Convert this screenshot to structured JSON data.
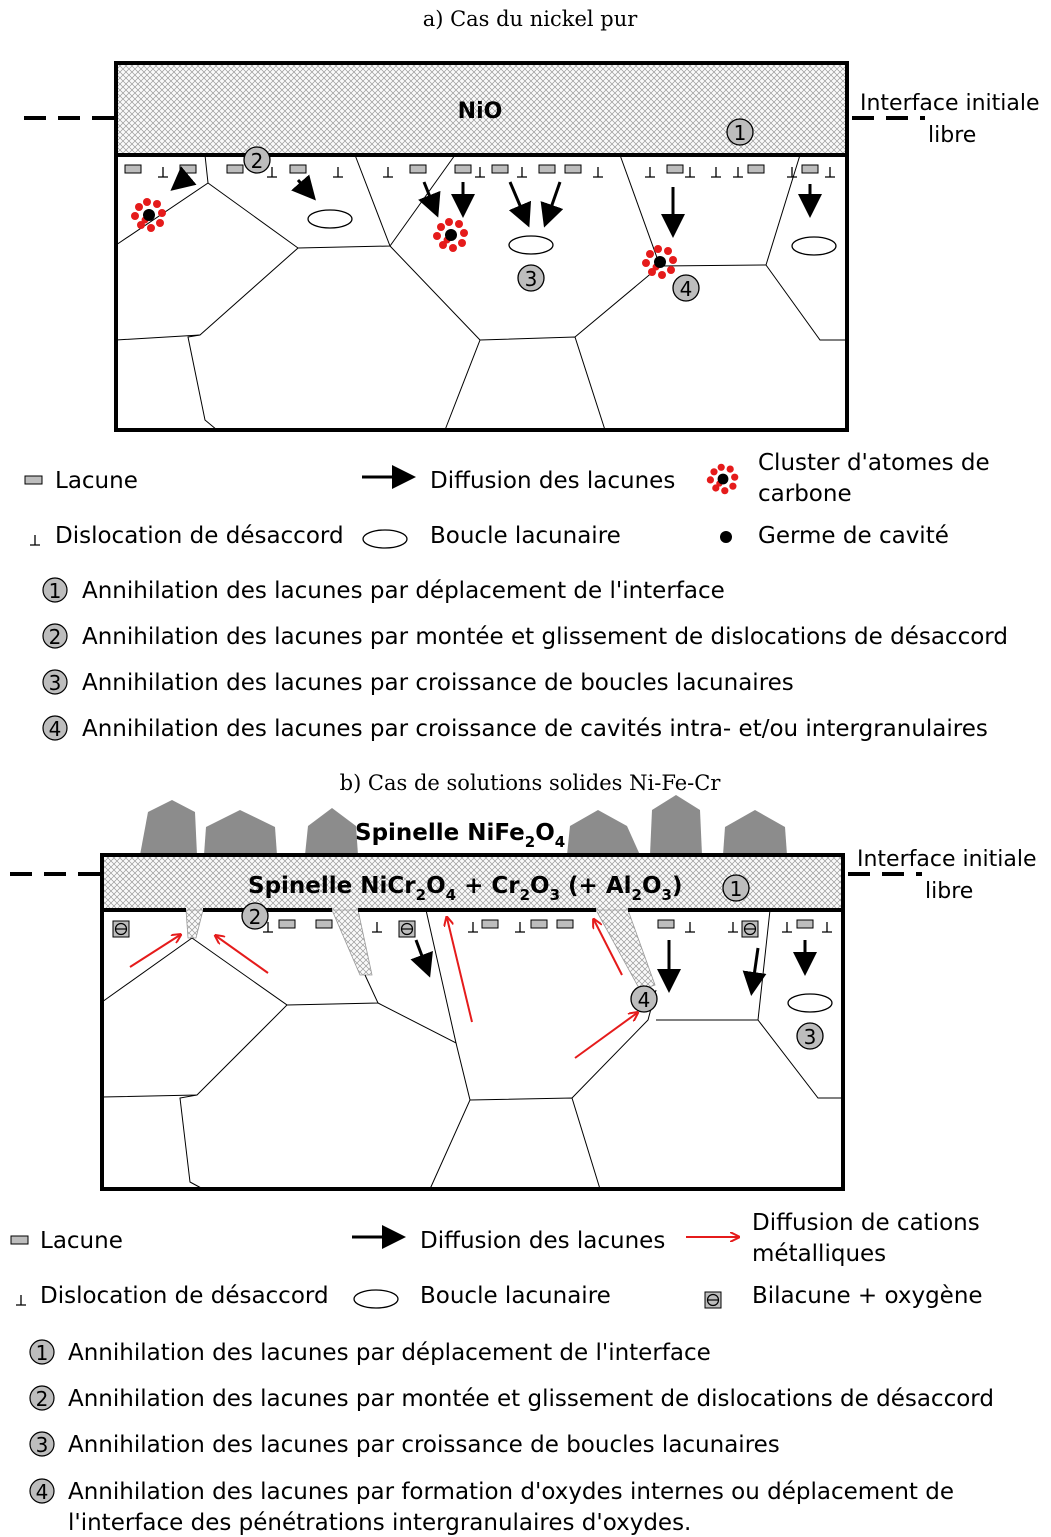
{
  "part_a": {
    "title": "a) Cas du nickel pur",
    "oxide_label": "NiO",
    "interface_label_1": "Interface initiale",
    "interface_label_2": "libre",
    "legend": {
      "lacune": "Lacune",
      "diffusion": "Diffusion des lacunes",
      "cluster_1": "Cluster d'atomes de",
      "cluster_2": "carbone",
      "dislocation": "Dislocation de désaccord",
      "boucle": "Boucle lacunaire",
      "germe": "Germe de cavité"
    },
    "mechanisms": [
      {
        "num": "1",
        "text": "Annihilation des lacunes par déplacement de l'interface"
      },
      {
        "num": "2",
        "text": "Annihilation des lacunes par montée et glissement de dislocations de désaccord"
      },
      {
        "num": "3",
        "text": "Annihilation des lacunes par croissance de boucles lacunaires"
      },
      {
        "num": "4",
        "text": "Annihilation des lacunes par croissance de cavités intra- et/ou intergranulaires"
      }
    ]
  },
  "part_b": {
    "title": "b) Cas de solutions solides Ni-Fe-Cr",
    "spinel_top": {
      "a": "Spinelle NiFe",
      "s1": "2",
      "b": "O",
      "s2": "4"
    },
    "spinel_layer": {
      "a": "Spinelle NiCr",
      "s1": "2",
      "b": "O",
      "s2": "4",
      "c": " + Cr",
      "s3": "2",
      "d": "O",
      "s4": "3",
      "e": " (+ Al",
      "s5": "2",
      "f": "O",
      "s6": "3",
      "g": ")"
    },
    "interface_label_1": "Interface initiale",
    "interface_label_2": "libre",
    "legend": {
      "lacune": "Lacune",
      "diffusion": "Diffusion des lacunes",
      "cations_1": "Diffusion de cations",
      "cations_2": "métalliques",
      "dislocation": "Dislocation de désaccord",
      "boucle": "Boucle lacunaire",
      "bilacune": "Bilacune + oxygène"
    },
    "mechanisms": [
      {
        "num": "1",
        "text": "Annihilation des lacunes par déplacement de l'interface"
      },
      {
        "num": "2",
        "text": "Annihilation des lacunes par montée et glissement de dislocations de désaccord"
      },
      {
        "num": "3",
        "text": "Annihilation des lacunes par croissance de boucles lacunaires"
      },
      {
        "num": "4",
        "text": "Annihilation des lacunes par formation d'oxydes internes ou déplacement de"
      }
    ],
    "mechanism_4_line2": "l'interface des pénétrations intergranulaires d'oxydes.",
    "markers": [
      "1",
      "2",
      "3",
      "4"
    ]
  },
  "colors": {
    "red": "#e51b1b",
    "grey": "#8c8c8c",
    "vacancy": "#bdbdbd"
  }
}
